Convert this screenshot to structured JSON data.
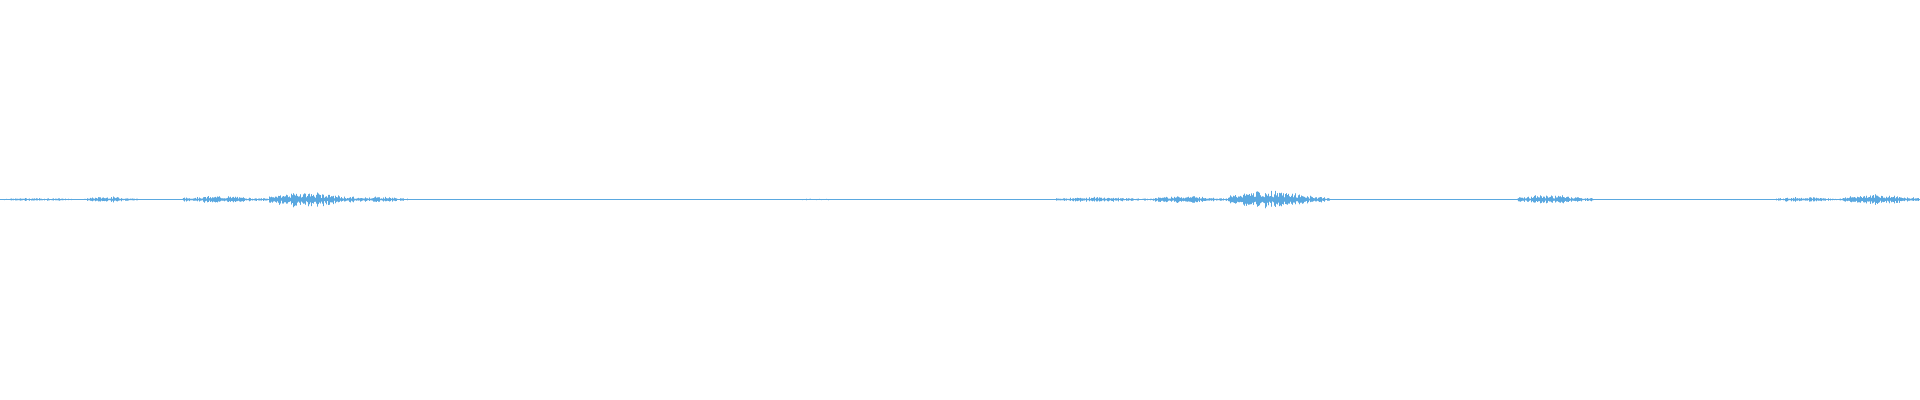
{
  "waveform": {
    "wave_color": "#5aa8e0",
    "background_color": "#ffffff",
    "duration_fraction_segments": [
      {
        "start": 0.0,
        "end": 0.045,
        "amplitude": 0.06
      },
      {
        "start": 0.045,
        "end": 0.072,
        "amplitude": 0.12
      },
      {
        "start": 0.095,
        "end": 0.14,
        "amplitude": 0.14
      },
      {
        "start": 0.14,
        "end": 0.185,
        "amplitude": 0.3
      },
      {
        "start": 0.185,
        "end": 0.213,
        "amplitude": 0.12
      },
      {
        "start": 0.412,
        "end": 0.445,
        "amplitude": 0.03
      },
      {
        "start": 0.55,
        "end": 0.6,
        "amplitude": 0.1
      },
      {
        "start": 0.6,
        "end": 0.64,
        "amplitude": 0.16
      },
      {
        "start": 0.64,
        "end": 0.69,
        "amplitude": 0.34
      },
      {
        "start": 0.69,
        "end": 0.693,
        "amplitude": 0.08
      },
      {
        "start": 0.79,
        "end": 0.83,
        "amplitude": 0.18
      },
      {
        "start": 0.925,
        "end": 0.96,
        "amplitude": 0.1
      },
      {
        "start": 0.96,
        "end": 1.0,
        "amplitude": 0.2
      }
    ]
  }
}
